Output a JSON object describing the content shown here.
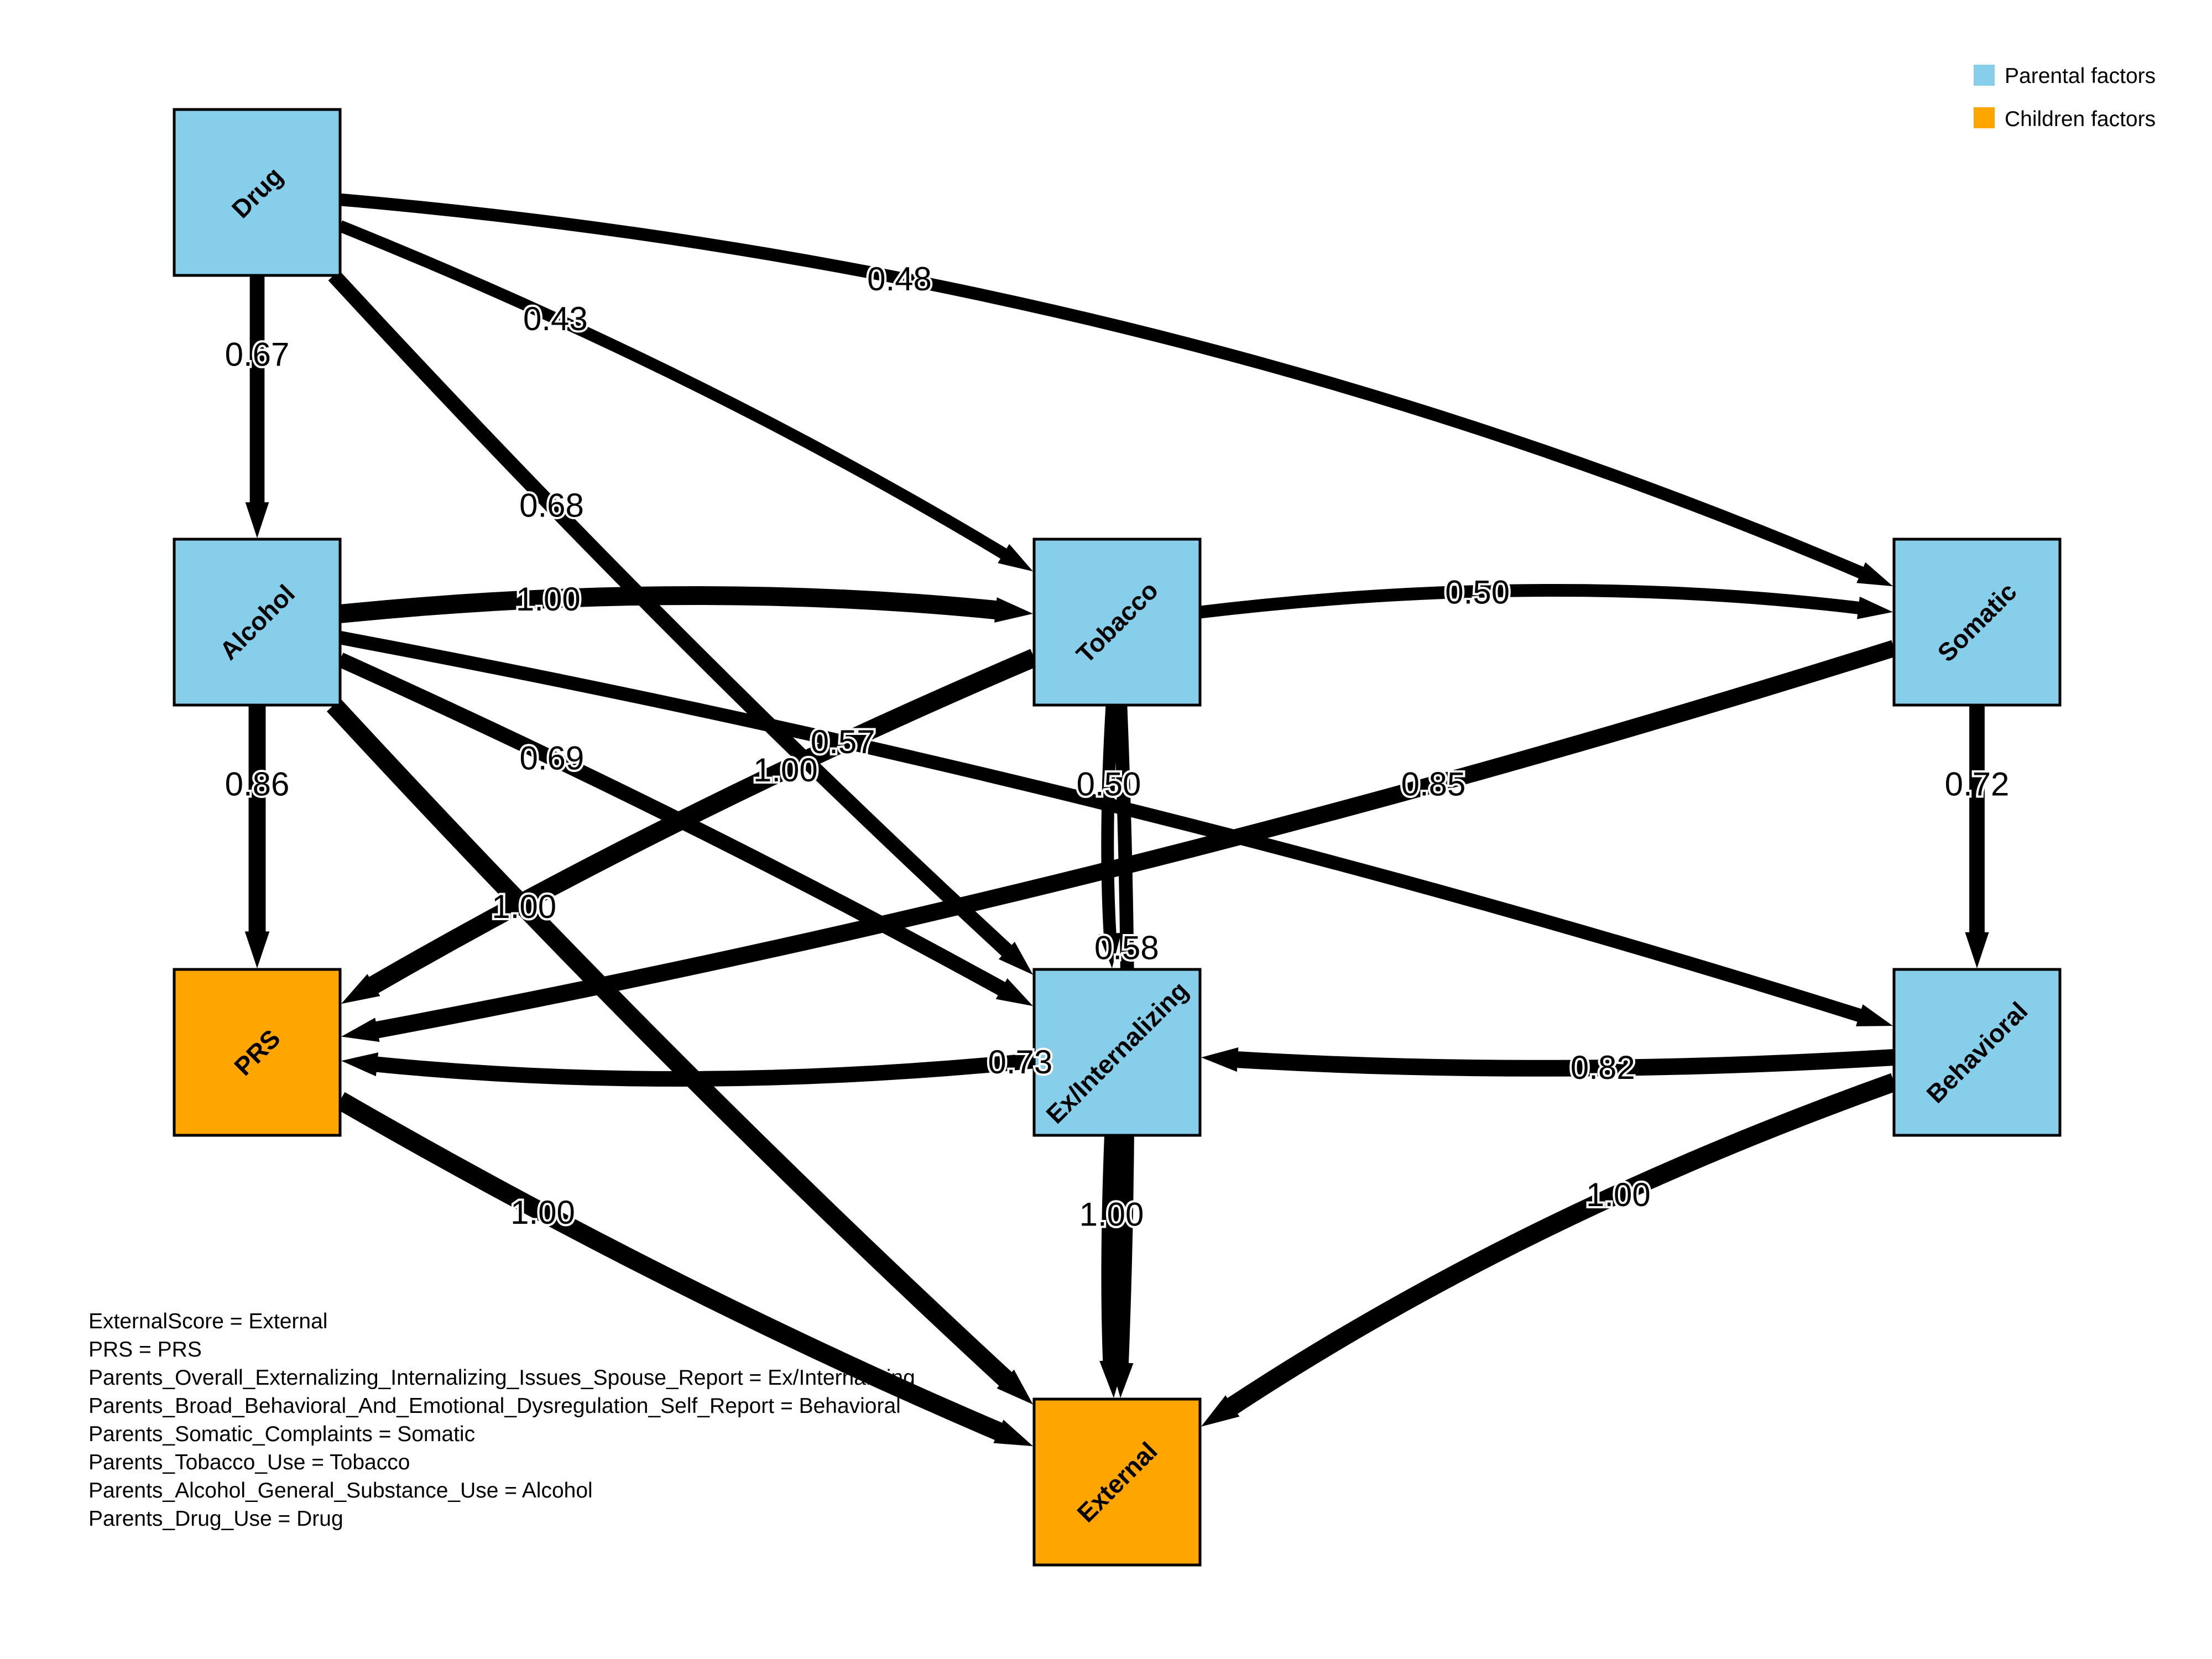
{
  "legend": [
    {
      "label": "Parental factors",
      "color": "#87CEEB"
    },
    {
      "label": "Children factors",
      "color": "#FFA500"
    }
  ],
  "nodes": {
    "drug": {
      "label": "Drug",
      "group": "parental"
    },
    "alcohol": {
      "label": "Alcohol",
      "group": "parental"
    },
    "tobacco": {
      "label": "Tobacco",
      "group": "parental"
    },
    "somatic": {
      "label": "Somatic",
      "group": "parental"
    },
    "prs": {
      "label": "PRS",
      "group": "children"
    },
    "exint": {
      "label": "Ex/Internalizing",
      "group": "parental"
    },
    "behavioral": {
      "label": "Behavioral",
      "group": "parental"
    },
    "external": {
      "label": "External",
      "group": "children"
    }
  },
  "edges": [
    {
      "from": "drug",
      "to": "alcohol",
      "weight": "0.67"
    },
    {
      "from": "drug",
      "to": "tobacco",
      "weight": "0.43"
    },
    {
      "from": "drug",
      "to": "somatic",
      "weight": "0.48"
    },
    {
      "from": "drug",
      "to": "exint",
      "weight": "0.68"
    },
    {
      "from": "alcohol",
      "to": "tobacco",
      "weight": "1.00"
    },
    {
      "from": "alcohol",
      "to": "prs",
      "weight": "0.86"
    },
    {
      "from": "alcohol",
      "to": "exint",
      "weight": "0.69"
    },
    {
      "from": "alcohol",
      "to": "behavioral",
      "weight": "0.57"
    },
    {
      "from": "alcohol",
      "to": "external",
      "weight": "1.00"
    },
    {
      "from": "tobacco",
      "to": "somatic",
      "weight": "0.50"
    },
    {
      "from": "tobacco",
      "to": "prs",
      "weight": "1.00"
    },
    {
      "from": "tobacco",
      "to": "exint",
      "weight": "0.50"
    },
    {
      "from": "tobacco",
      "to": "external",
      "weight": "0.58"
    },
    {
      "from": "somatic",
      "to": "behavioral",
      "weight": "0.72"
    },
    {
      "from": "somatic",
      "to": "prs",
      "weight": "0.85"
    },
    {
      "from": "behavioral",
      "to": "exint",
      "weight": "0.82"
    },
    {
      "from": "behavioral",
      "to": "external",
      "weight": "1.00"
    },
    {
      "from": "exint",
      "to": "prs",
      "weight": "0.73"
    },
    {
      "from": "exint",
      "to": "external",
      "weight": "1.00"
    },
    {
      "from": "prs",
      "to": "external",
      "weight": "1.00"
    }
  ],
  "mapping": [
    "ExternalScore = External",
    "PRS = PRS",
    "Parents_Overall_Externalizing_Internalizing_Issues_Spouse_Report = Ex/Internalizing",
    "Parents_Broad_Behavioral_And_Emotional_Dysregulation_Self_Report = Behavioral",
    "Parents_Somatic_Complaints = Somatic",
    "Parents_Tobacco_Use = Tobacco",
    "Parents_Alcohol_General_Substance_Use = Alcohol",
    "Parents_Drug_Use = Drug"
  ]
}
